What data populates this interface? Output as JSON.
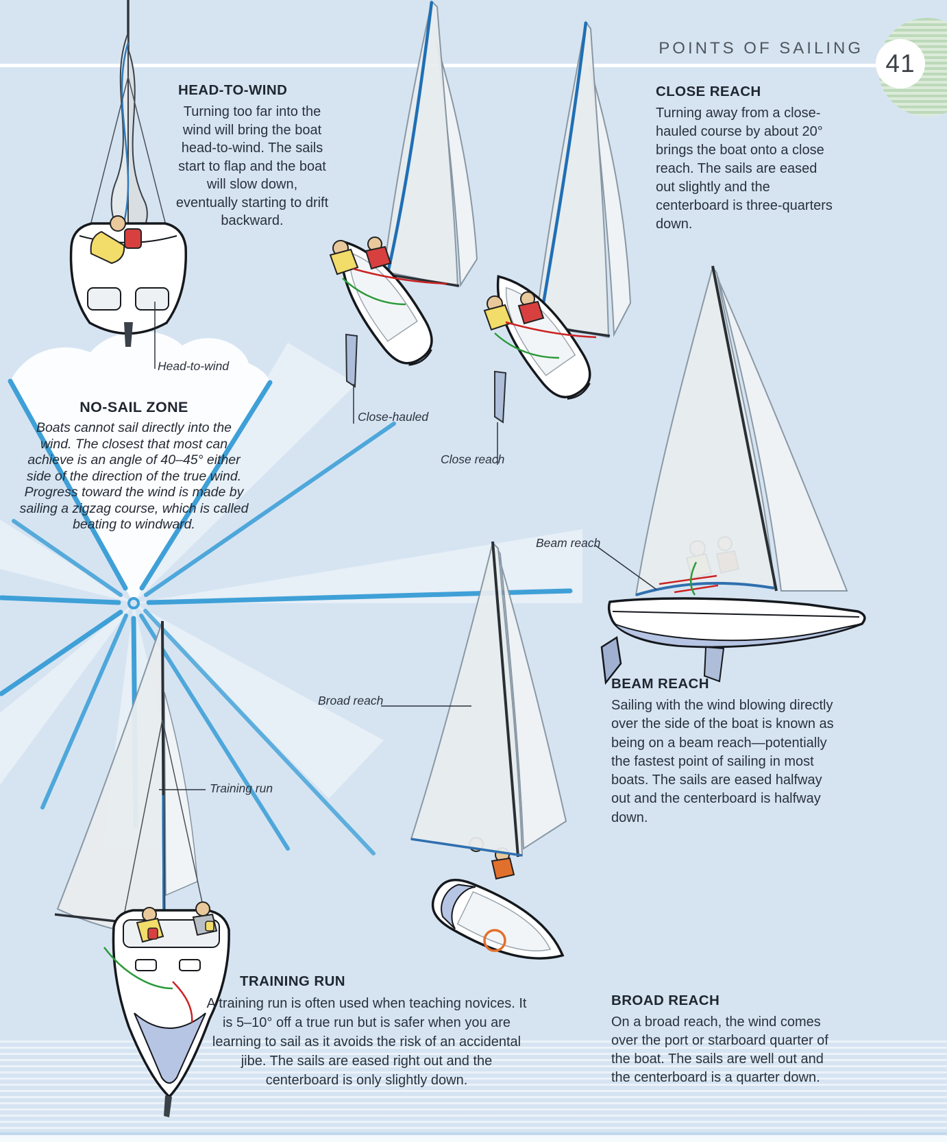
{
  "page": {
    "header": "POINTS OF SAILING",
    "page_number": "41"
  },
  "sections": {
    "head_to_wind": {
      "title": "HEAD-TO-WIND",
      "body": "Turning too far into the wind will bring the boat head-to-wind. The sails start to flap and the boat will slow down, eventually starting to drift backward."
    },
    "close_reach": {
      "title": "CLOSE REACH",
      "body": "Turning away from a close-hauled course by about 20° brings the boat onto a close reach. The sails are eased out slightly and the centerboard is three-quarters down."
    },
    "no_sail_zone": {
      "title": "NO-SAIL ZONE",
      "body": "Boats cannot sail directly into the wind. The closest that most can achieve is an angle of 40–45° either side of the direction of the true wind. Progress toward the wind is made by sailing a zigzag course, which is called beating to windward."
    },
    "beam_reach": {
      "title": "BEAM REACH",
      "body": "Sailing with the wind blowing directly over the side of the boat is known as being on a beam reach—potentially the fastest point of sailing in most boats. The sails are eased halfway out and the centerboard is halfway down."
    },
    "training_run": {
      "title": "TRAINING RUN",
      "body": "A training run is often used when teaching novices. It is 5–10° off a true run but is safer when you are learning to sail as it avoids the risk of an accidental jibe. The sails are eased right out and the centerboard is only slightly down."
    },
    "broad_reach": {
      "title": "BROAD REACH",
      "body": "On a broad reach, the wind comes over the port or starboard quarter of the boat. The sails are well out and the centerboard is a quarter down."
    }
  },
  "labels": {
    "head_to_wind": "Head-to-wind",
    "close_hauled": "Close-hauled",
    "close_reach": "Close reach",
    "beam_reach": "Beam reach",
    "broad_reach": "Broad reach",
    "training_run": "Training run"
  },
  "colors": {
    "background": "#d6e4f2",
    "ray_blue": "#3fa0d7",
    "sail_blue": "#1f6fb5",
    "hull_shadow": "#b7c5e4",
    "badge_green": "#bcd9ba",
    "text_dark": "#29313c"
  }
}
